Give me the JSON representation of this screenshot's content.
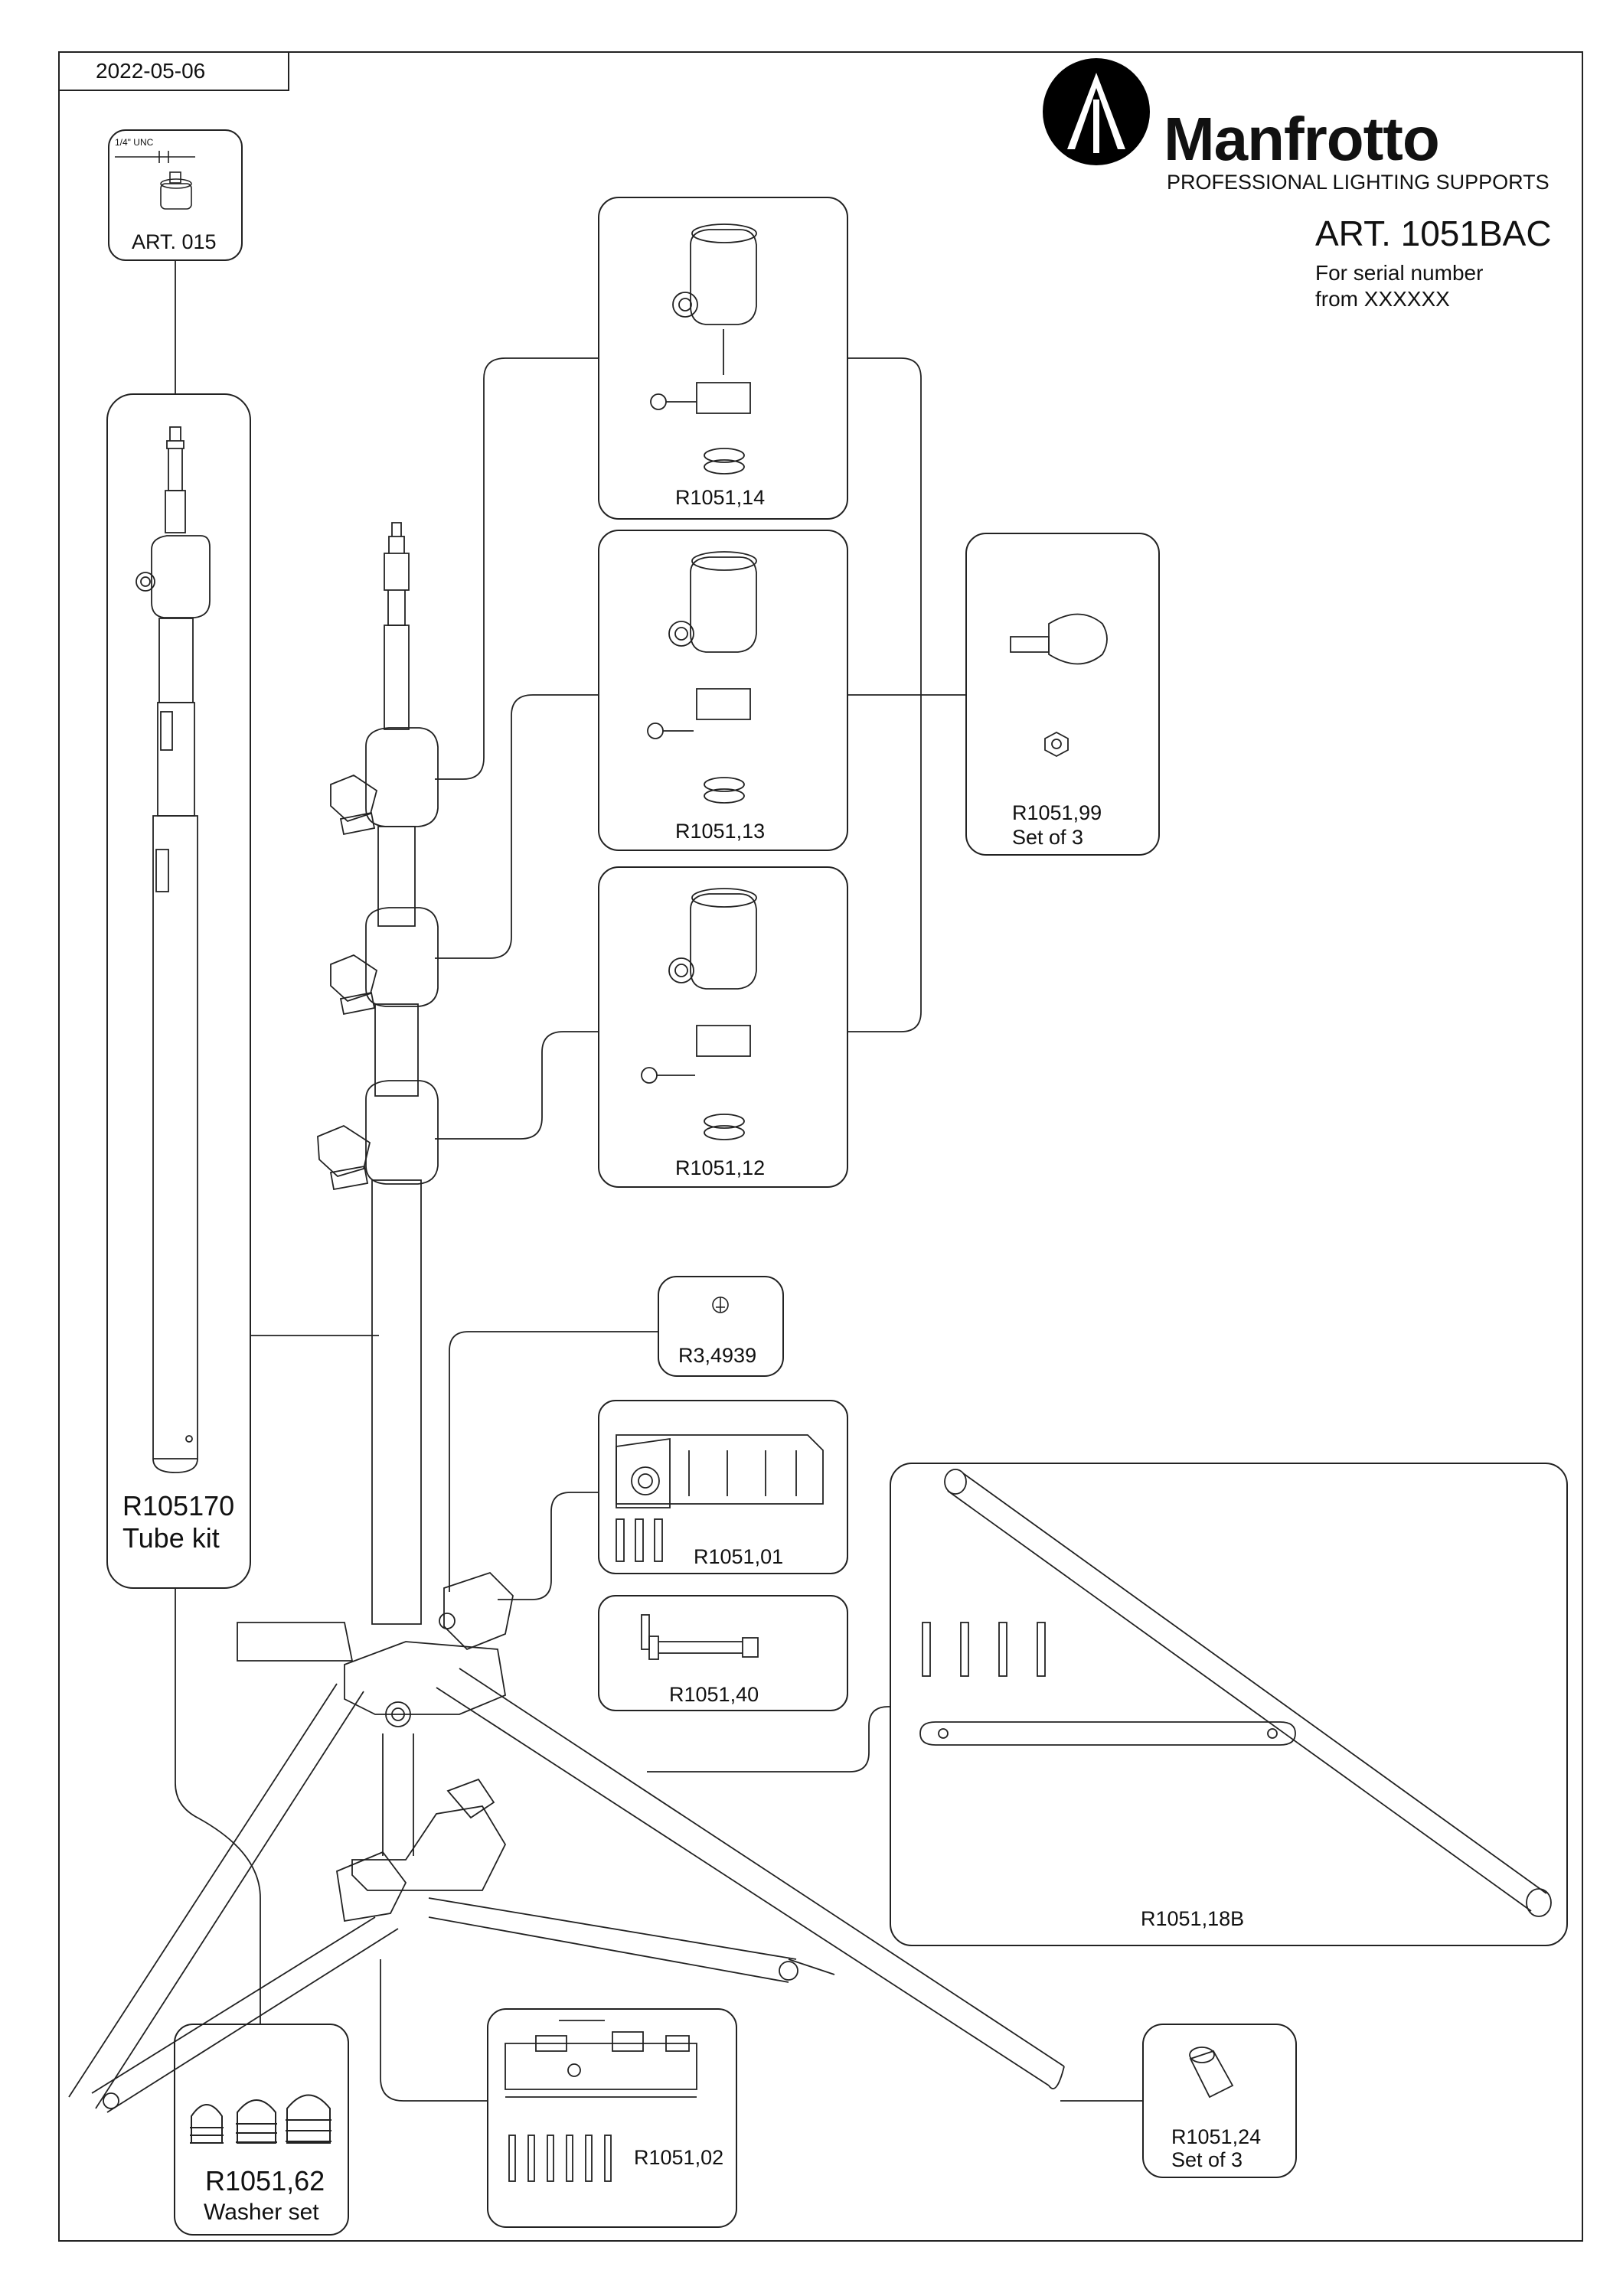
{
  "header": {
    "date": "2022-05-06",
    "brand": "Manfrotto",
    "tagline": "PROFESSIONAL LIGHTING SUPPORTS",
    "article": "ART. 1051BAC",
    "serial_line1": "For serial number",
    "serial_line2": "from XXXXXX"
  },
  "parts": {
    "art015": {
      "thread": "1/4\" UNC",
      "code": "ART. 015"
    },
    "r105170": {
      "code": "R105170",
      "desc": "Tube kit"
    },
    "r1051_14": {
      "code": "R1051,14"
    },
    "r1051_13": {
      "code": "R1051,13"
    },
    "r1051_12": {
      "code": "R1051,12"
    },
    "r1051_99": {
      "code": "R1051,99",
      "desc": "Set of 3"
    },
    "r3_4939": {
      "code": "R3,4939"
    },
    "r1051_01": {
      "code": "R1051,01"
    },
    "r1051_40": {
      "code": "R1051,40"
    },
    "r1051_18b": {
      "code": "R1051,18B"
    },
    "r1051_62": {
      "code": "R1051,62",
      "desc": "Washer set"
    },
    "r1051_02": {
      "code": "R1051,02"
    },
    "r1051_24": {
      "code": "R1051,24",
      "desc": "Set of 3"
    }
  }
}
